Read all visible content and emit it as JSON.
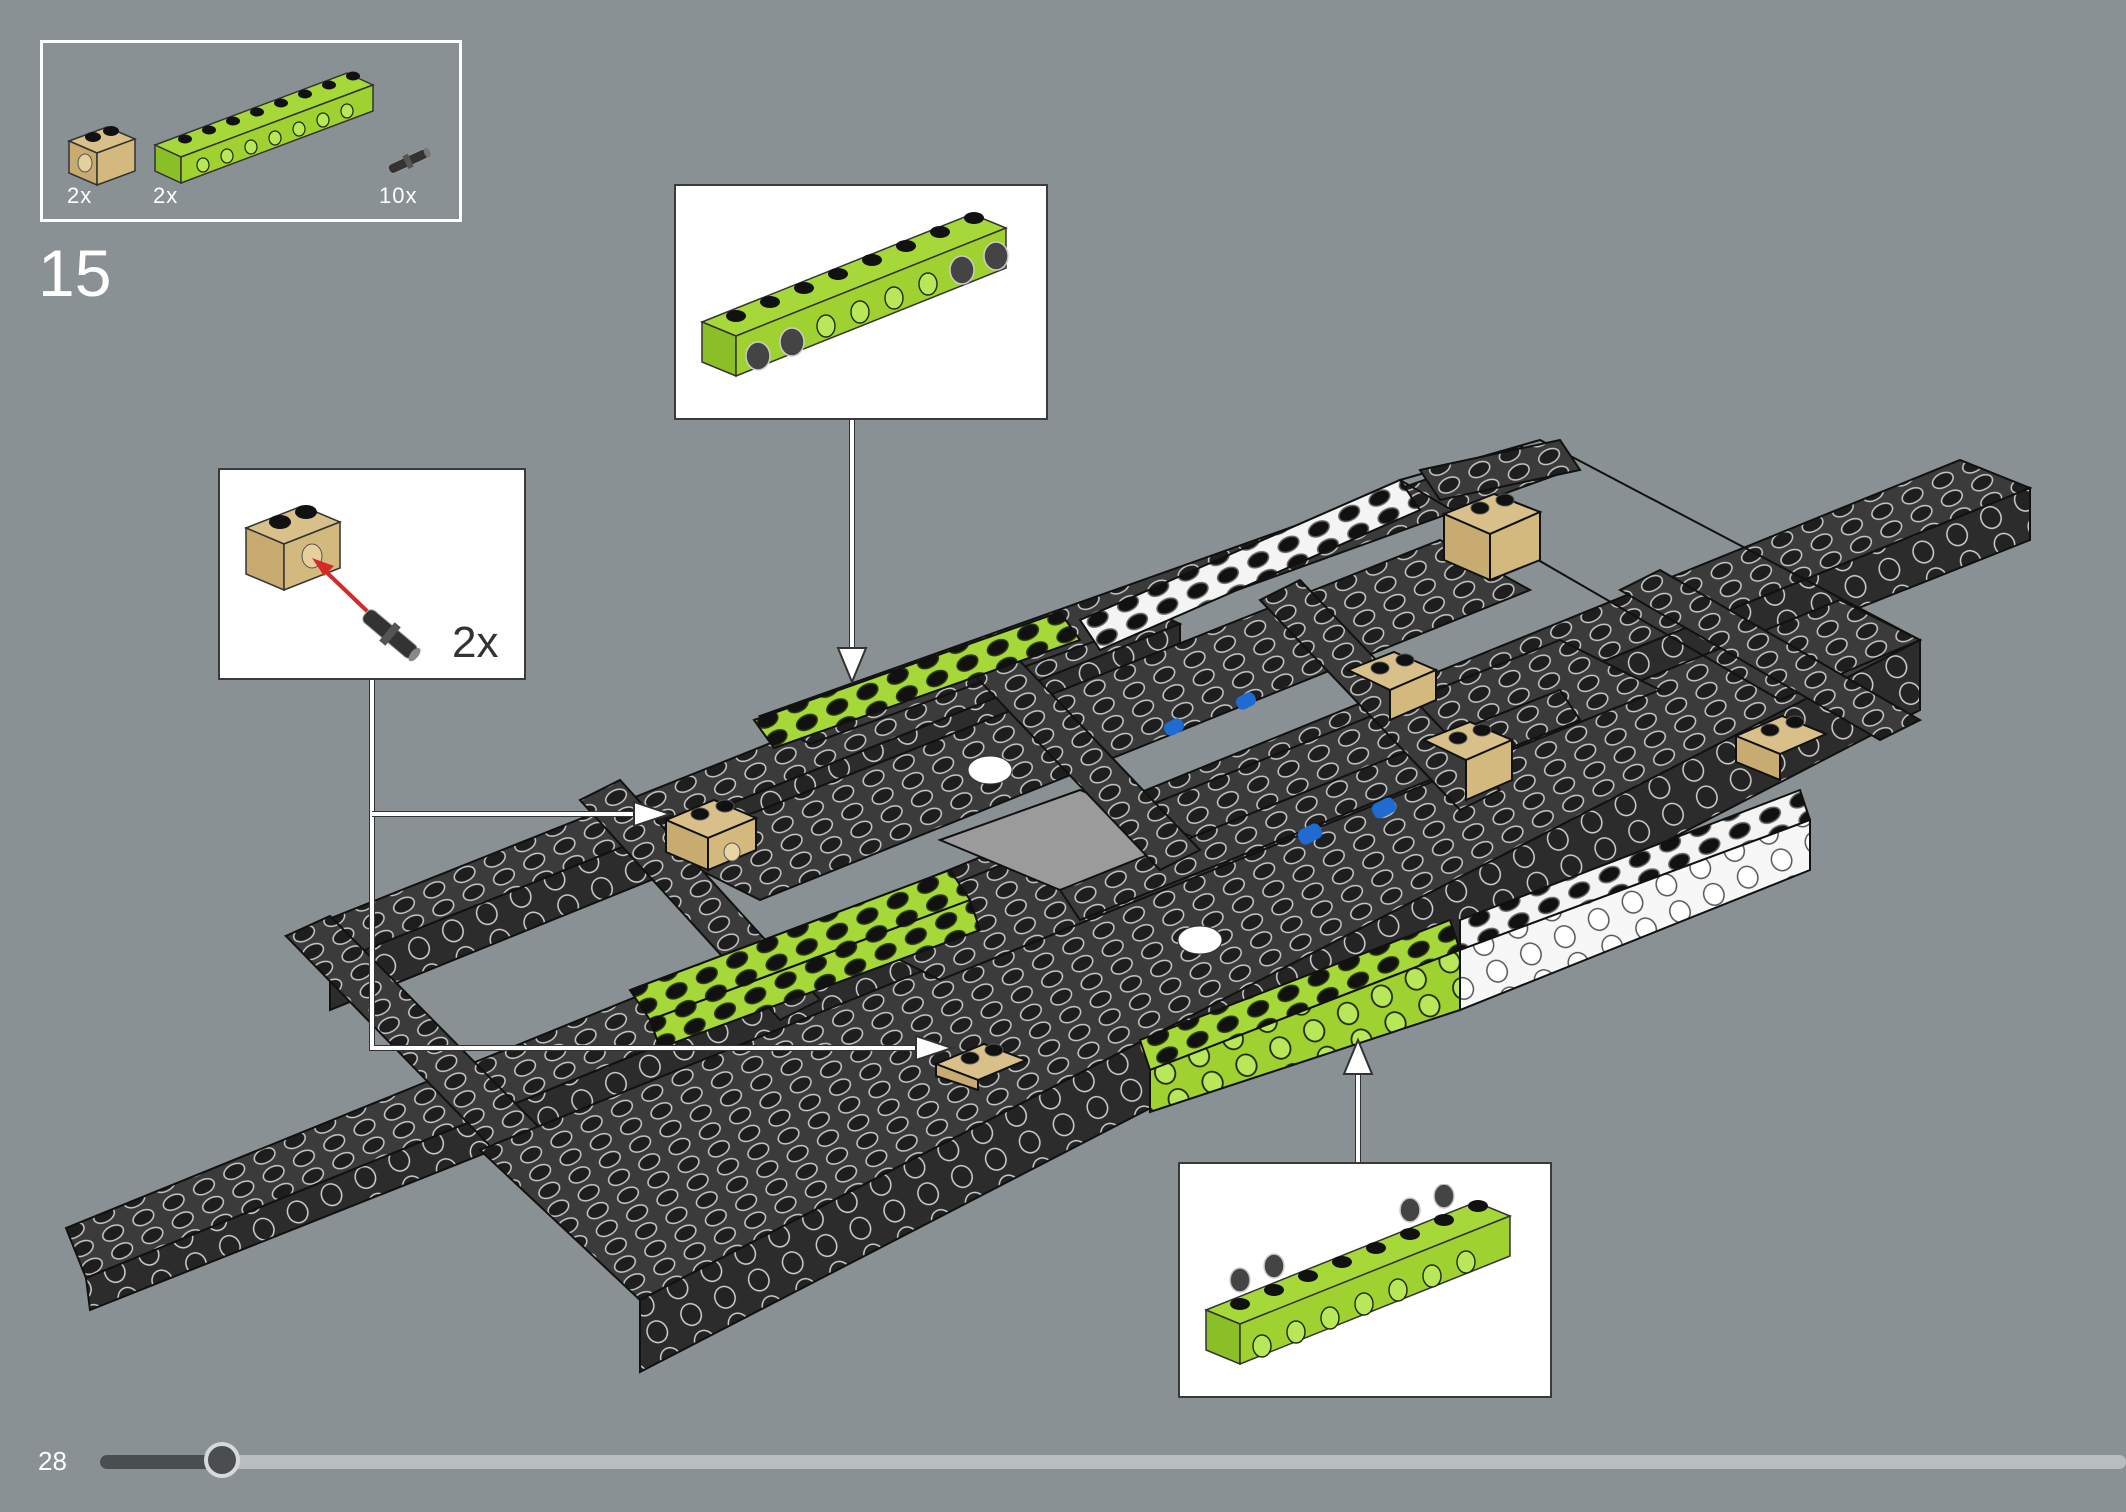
{
  "parts_list": {
    "items": [
      {
        "name": "tan-technic-brick-1x2",
        "quantity": "2x"
      },
      {
        "name": "lime-technic-brick-1x8",
        "quantity": "2x"
      },
      {
        "name": "black-friction-pin",
        "quantity": "10x"
      }
    ]
  },
  "step": {
    "number": "15"
  },
  "callouts": {
    "pin_insert": {
      "count": "2x"
    }
  },
  "colors": {
    "background": "#8a9194",
    "lime": "#a6d83a",
    "tan": "#d9c08a",
    "dark_grey": "#3d3d3d",
    "white": "#ffffff",
    "arrow_red": "#d42a2a",
    "blue_pin": "#1f6bd1"
  },
  "footer": {
    "page_number": "28",
    "progress": 0.06
  }
}
